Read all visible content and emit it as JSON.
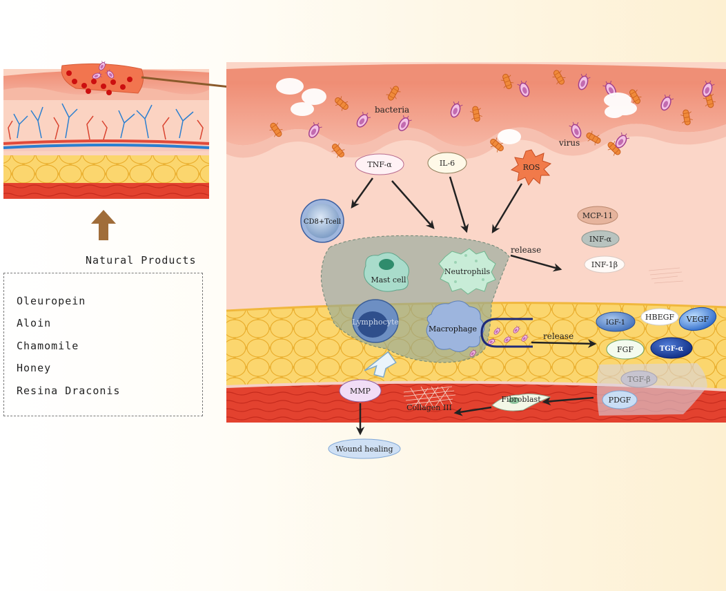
{
  "labels": {
    "bacteria": "bacteria",
    "virus": "virus",
    "tnf": "TNF-α",
    "il6": "IL-6",
    "ros": "ROS",
    "cd8": "CD8+Tcell",
    "mcp": "MCP-11",
    "inf_a": "INF-α",
    "inf_b": "INF-1β",
    "release1": "release",
    "release2": "release",
    "mast": "Mast cell",
    "neutro": "Neutrophils",
    "lympho": "Lymphocyte",
    "macro": "Macrophage",
    "tgf1": "IGF-1",
    "hbegf": "HBEGF",
    "vegf": "VEGF",
    "fgf": "FGF",
    "tgfa": "TGF-α",
    "tgfb": "TGF-β",
    "pdgf": "PDGF",
    "fibro": "Fibroblast",
    "mmp": "MMP",
    "collagen": "Collagen III",
    "wound": "Wound healing"
  },
  "natural_products": {
    "title": "Natural Products",
    "items": [
      "Oleuropein",
      "Aloin",
      "Chamomile",
      "Honey",
      "Resina Draconis"
    ]
  },
  "colors": {
    "skin_top": "#f2a088",
    "dermis": "#fbd6c8",
    "fat": "#f8cd5a",
    "muscle": "#e4432f",
    "arrow": "#222222",
    "brown_arrow": "#8a5a2b"
  }
}
